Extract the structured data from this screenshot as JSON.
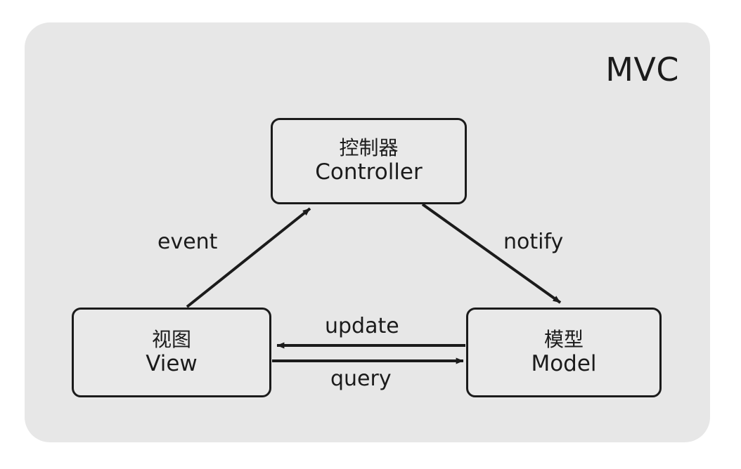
{
  "diagram": {
    "title": "MVC",
    "nodes": [
      {
        "id": "controller",
        "cn": "控制器",
        "en": "Controller"
      },
      {
        "id": "view",
        "cn": "视图",
        "en": "View"
      },
      {
        "id": "model",
        "cn": "模型",
        "en": "Model"
      }
    ],
    "edges": [
      {
        "id": "event",
        "label": "event",
        "from": "View",
        "to": "Controller"
      },
      {
        "id": "notify",
        "label": "notify",
        "from": "Controller",
        "to": "Model"
      },
      {
        "id": "update",
        "label": "update",
        "from": "Model",
        "to": "View"
      },
      {
        "id": "query",
        "label": "query",
        "from": "View",
        "to": "Model"
      }
    ],
    "colors": {
      "panel_background": "#e7e7e7",
      "node_background": "#e9e9e9",
      "stroke": "#1b1b1b",
      "page_background": "#ffffff"
    }
  }
}
